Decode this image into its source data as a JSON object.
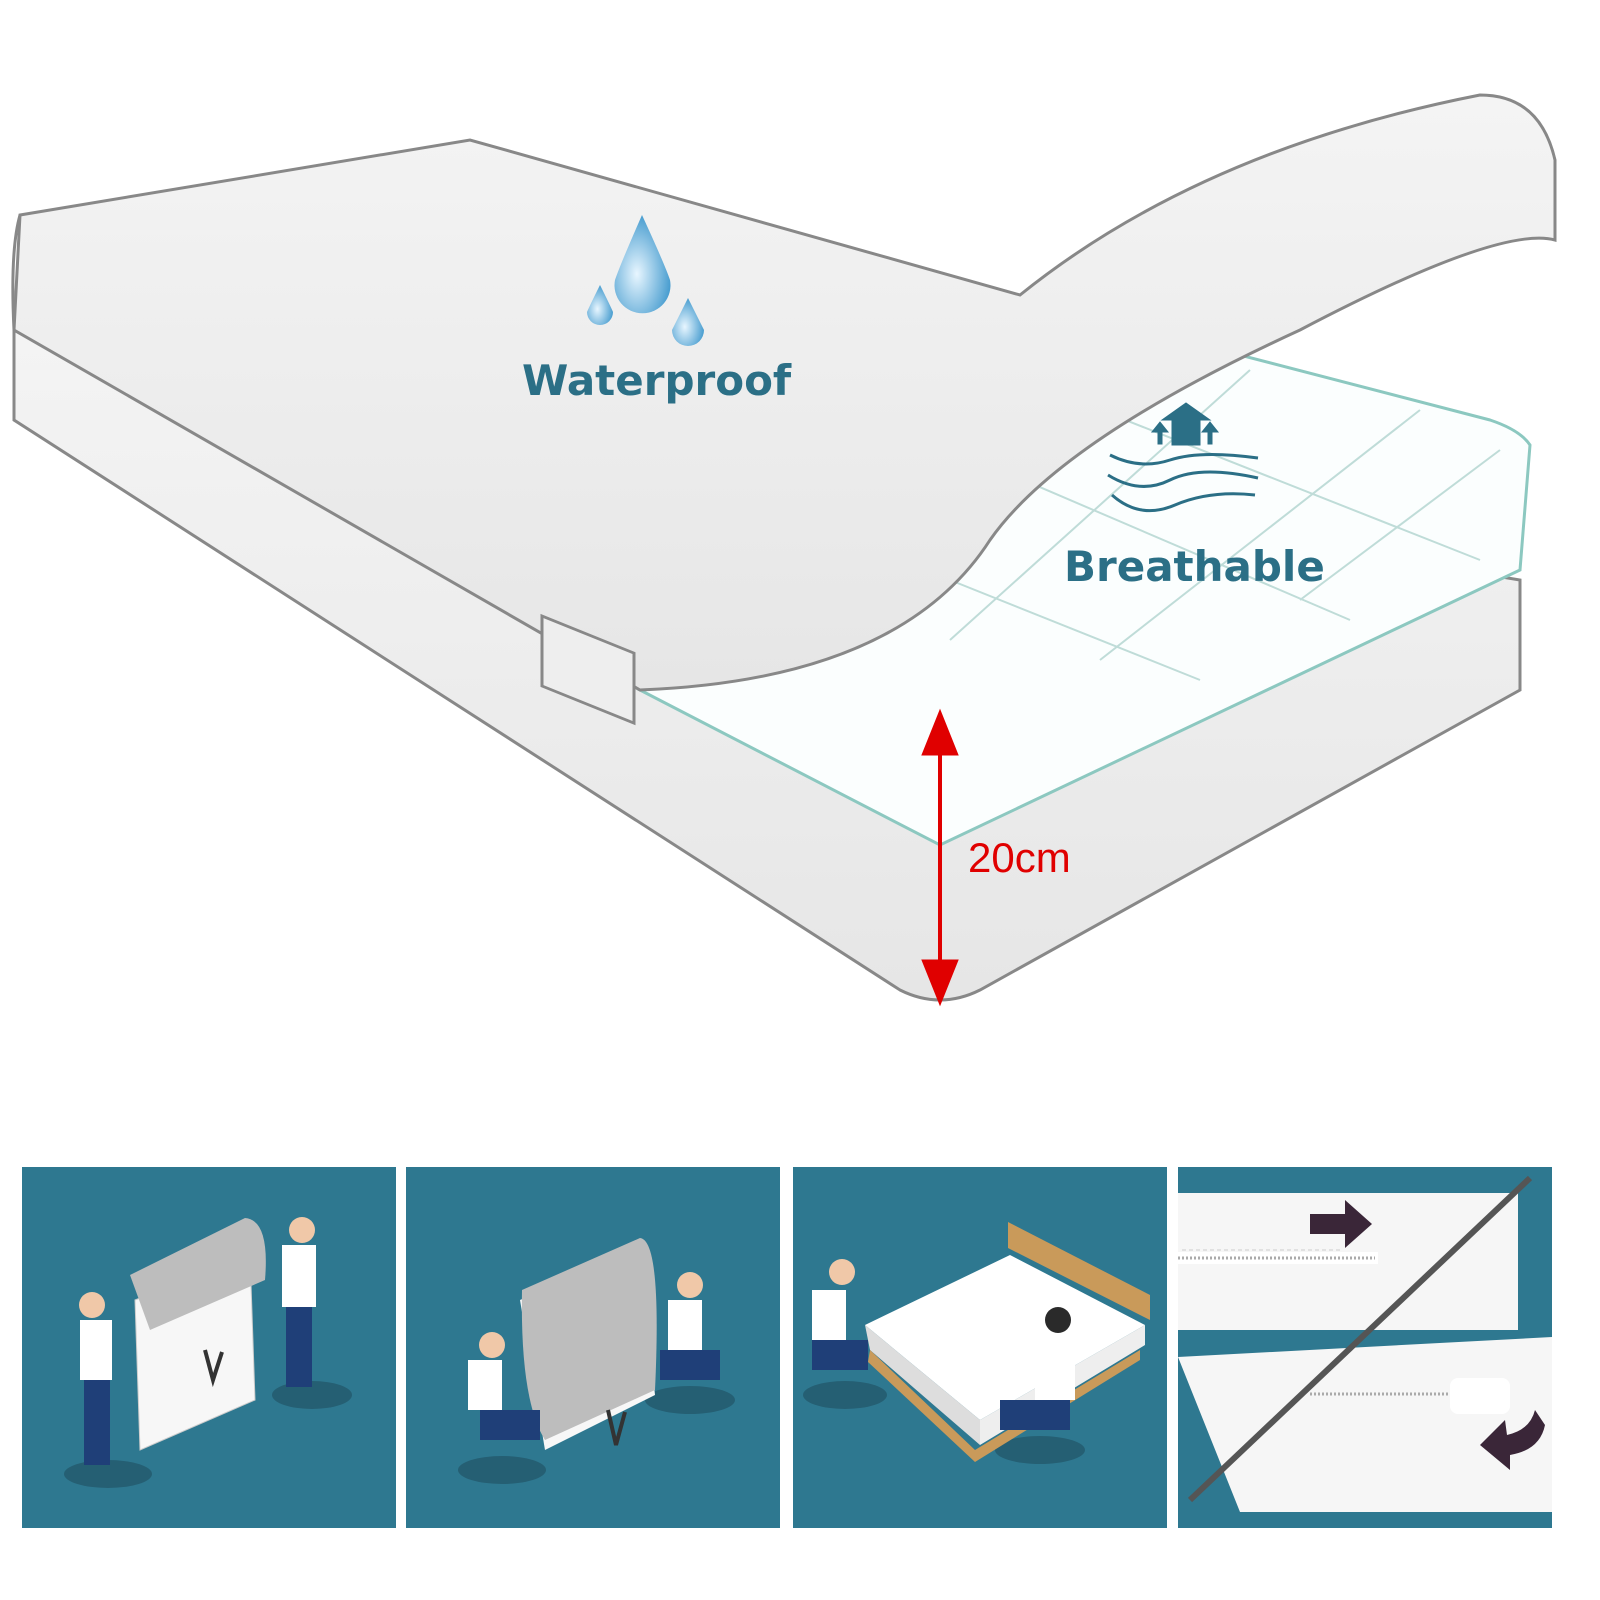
{
  "labels": {
    "waterproof": "Waterproof",
    "breathable": "Breathable",
    "height": "20cm"
  },
  "colors": {
    "accent_teal": "#2e7890",
    "label_teal": "#2b6f86",
    "height_arrow": "#e00000",
    "arrow_dark": "#3a2638"
  },
  "steps": [
    {
      "name": "step-1-insert"
    },
    {
      "name": "step-2-pull-down"
    },
    {
      "name": "step-3-place-on-bed"
    },
    {
      "name": "step-4-zip-close"
    }
  ]
}
